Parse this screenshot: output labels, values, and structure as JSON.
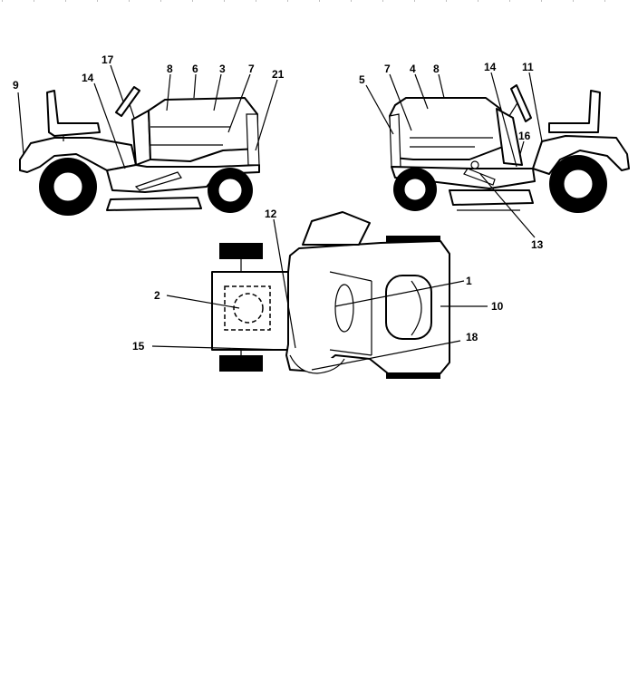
{
  "diagram": {
    "labels": {
      "left_view": [
        "9",
        "17",
        "14",
        "8",
        "6",
        "3",
        "7",
        "21"
      ],
      "right_view": [
        "5",
        "7",
        "4",
        "8",
        "14",
        "11",
        "16",
        "13"
      ],
      "top_view": [
        "12",
        "1",
        "2",
        "10",
        "15",
        "18"
      ]
    }
  }
}
